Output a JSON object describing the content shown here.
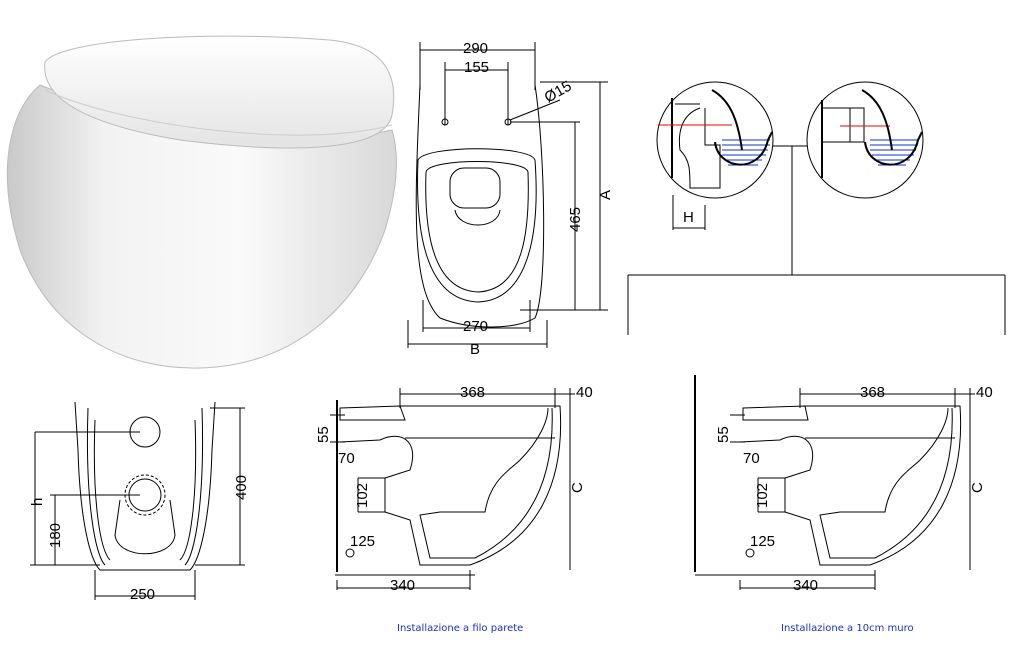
{
  "top_view": {
    "width_outer": "290",
    "hole_spacing": "155",
    "hole_diameter": "Ø15",
    "length_label": "A",
    "length": "465",
    "width_inner": "270",
    "width_label": "B"
  },
  "detail": {
    "height_label": "H"
  },
  "front_view": {
    "height": "400",
    "outlet_height_label": "h",
    "outlet_height": "180",
    "base_width": "250"
  },
  "side_view_left": {
    "depth": "368",
    "offset": "40",
    "d55": "55",
    "d70": "70",
    "d102": "102",
    "height_label": "C",
    "d125": "125",
    "base": "340"
  },
  "side_view_right": {
    "depth": "368",
    "offset": "40",
    "d55": "55",
    "d70": "70",
    "d102": "102",
    "height_label": "C",
    "d125": "125",
    "base": "340"
  },
  "captions": {
    "flush_wall": "Installazione a filo parete",
    "wall_10cm": "Installazione a 10cm muro"
  },
  "colors": {
    "caption": "#1a2fd6",
    "water": "#1030d0",
    "axis_red": "#e00000"
  }
}
